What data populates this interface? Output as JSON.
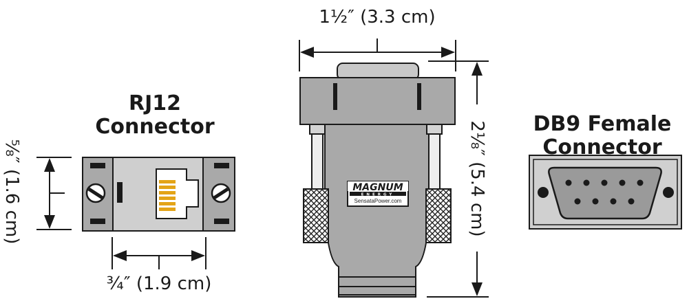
{
  "rj12": {
    "title_line1": "RJ12",
    "title_line2": "Connector",
    "height_dim": "⅝″ (1.6 cm)",
    "width_dim": "¾″ (1.9 cm)"
  },
  "adapter": {
    "width_dim": "1½″ (3.3 cm)",
    "height_dim": "2⅛″ (5.4 cm)",
    "logo_brand": "MAGNUM",
    "logo_sub": "ENERGY",
    "logo_url": "SensataPower.com"
  },
  "db9": {
    "title_line1": "DB9 Female",
    "title_line2": "Connector"
  },
  "colors": {
    "line": "#1a1a1a",
    "body_gray": "#a9a9a9",
    "light_gray": "#c8c8c8",
    "plate_gray": "#d0d0d0",
    "gold": "#e3a417"
  }
}
